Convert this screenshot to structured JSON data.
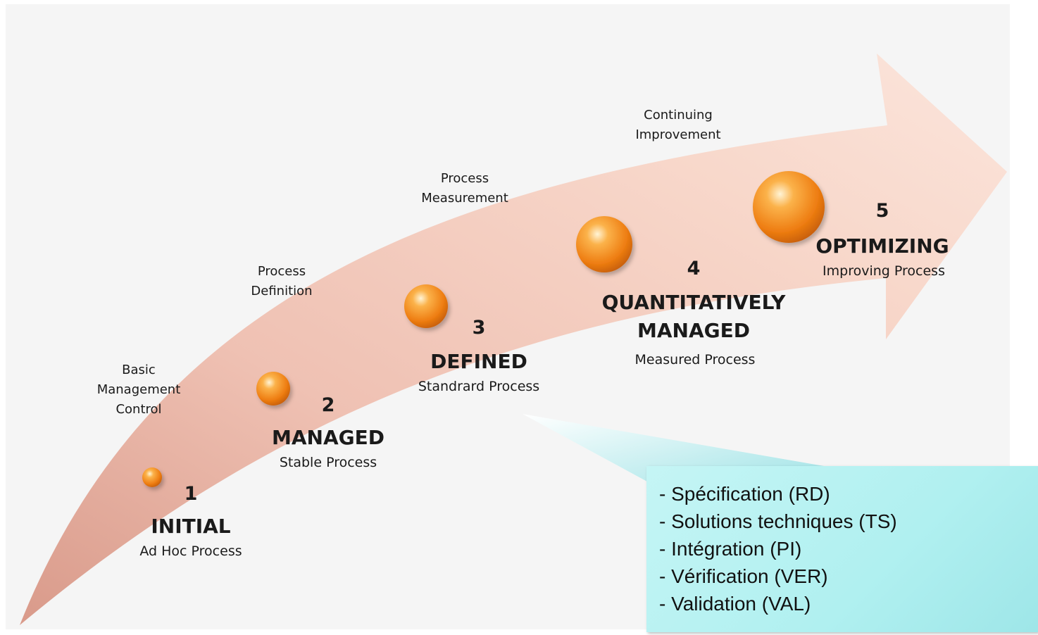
{
  "transitions": [
    "Basic\nManagement\nControl",
    "Process\nDefinition",
    "Process\nMeasurement",
    "Continuing\nImprovement"
  ],
  "levels": [
    {
      "number": "1",
      "name": "INITIAL",
      "description": "Ad Hoc Process"
    },
    {
      "number": "2",
      "name": "MANAGED",
      "description": "Stable Process"
    },
    {
      "number": "3",
      "name": "DEFINED",
      "description": "Standrard Process"
    },
    {
      "number": "4",
      "name": "QUANTITATIVELY\nMANAGED",
      "description": "Measured Process"
    },
    {
      "number": "5",
      "name": "OPTIMIZING",
      "description": "Improving Process"
    }
  ],
  "callout": {
    "items": [
      "- Spécification (RD)",
      "- Solutions techniques (TS)",
      "- Intégration (PI)",
      "- Vérification (VER)",
      "- Validation (VAL)"
    ]
  },
  "colors": {
    "arrow_light": "#fbe3d9",
    "arrow_dark": "#e9ac9c",
    "sphere": "#f28a1e",
    "callout": "#b7f2f2"
  }
}
